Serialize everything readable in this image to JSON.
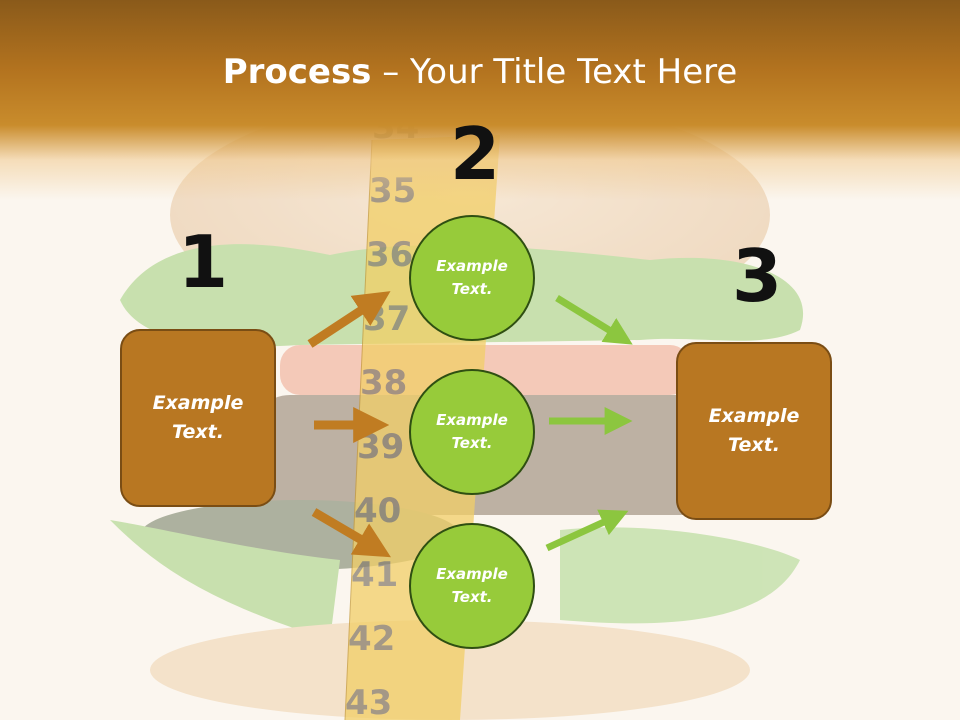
{
  "title": {
    "bold": "Process",
    "rest": " – Your Title Text Here"
  },
  "steps": {
    "one": "1",
    "two": "2",
    "three": "3"
  },
  "left_box": {
    "text": "Example Text."
  },
  "right_box": {
    "text": "Example Text."
  },
  "circles": [
    {
      "text": "Example Text."
    },
    {
      "text": "Example Text."
    },
    {
      "text": "Example Text."
    }
  ],
  "tape_numbers": [
    "34",
    "35",
    "36",
    "37",
    "38",
    "39",
    "40",
    "41",
    "42",
    "43"
  ],
  "colors": {
    "header": "#b3731f",
    "box_fill": "#b87722",
    "box_border": "#7a4d14",
    "circle_fill": "#97cb3a",
    "circle_border": "#2f4f12",
    "arrow_orange": "#c07c22",
    "arrow_green": "#8cc63f"
  }
}
